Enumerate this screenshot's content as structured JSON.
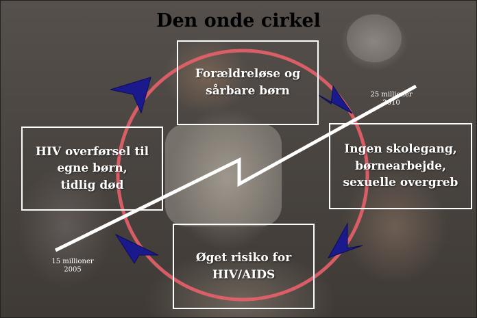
{
  "title": "Den onde cirkel",
  "boxes": {
    "top": "Forældreløse og\nsårbare børn",
    "right": "Ingen skolegang,\nbørnearbejde,\nsexuelle overgreb",
    "bottom": "Øget risiko for\nHIV/AIDS",
    "left": "HIV overførsel til\negne børn,\ntidlig død"
  },
  "trend": {
    "end_value": "25 millioner",
    "end_year": "2010",
    "start_value": "15 millioner",
    "start_year": "2005"
  },
  "colors": {
    "circle": "#e8606a",
    "arrow": "#1a1a8c",
    "line": "#ffffff",
    "box_border": "#ffffff"
  }
}
